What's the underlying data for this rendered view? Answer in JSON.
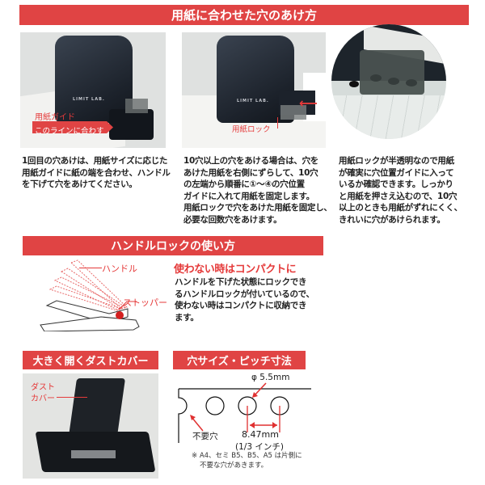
{
  "section1": {
    "title": "用紙に合わせた穴のあけ方",
    "photos": [
      {
        "brand": "LIMIT LAB.",
        "label_guide": "用紙ガイド",
        "label_align": "このラインに合わす"
      },
      {
        "brand": "LIMIT LAB.",
        "label_lock": "用紙ロック"
      },
      {}
    ],
    "captions": [
      [
        "1回目の穴あけは、用紙サイズに応じた",
        "用紙ガイドに紙の端を合わせ、ハンドル",
        "を下げて穴をあけてください。"
      ],
      [
        "10穴以上の穴をあける場合は、穴を",
        "あけた用紙を右側にずらして、10穴",
        "の左端から順番に①～④の穴位置",
        "ガイドに入れて用紙を固定します。",
        "用紙ロックで穴をあけた用紙を固定し、",
        "必要な回数穴をあけます。"
      ],
      [
        "用紙ロックが半透明なので用紙",
        "が確実に穴位置ガイドに入って",
        "いるか確認できます。しっかり",
        "と用紙を押さえ込むので、10穴",
        "以上のときも用紙がずれにくく、",
        "きれいに穴があけられます。"
      ]
    ]
  },
  "section2": {
    "title": "ハンドルロックの使い方",
    "label_handle": "ハンドル",
    "label_stopper": "ストッパー",
    "headline": "使わない時はコンパクトに",
    "body": [
      "ハンドルを下げた状態にロックでき",
      "るハンドルロックが付いているので、",
      "使わない時はコンパクトに収納でき",
      "ます。"
    ]
  },
  "section3": {
    "title": "大きく開くダストカバー",
    "label_line1": "ダスト",
    "label_line2": "カバー"
  },
  "section4": {
    "title": "穴サイズ・ピッチ寸法",
    "diameter": "φ 5.5mm",
    "unneeded_hole": "不要穴",
    "pitch": "8.47mm",
    "pitch_inch": "(1/3 インチ)",
    "note_line1": "※ A4、セミ B5、B5、A5 は片側に",
    "note_line2": "不要な穴があきます。"
  },
  "colors": {
    "accent_red": "#e04444",
    "label_red": "#e53a3a",
    "device_dark": "#1c222b"
  }
}
